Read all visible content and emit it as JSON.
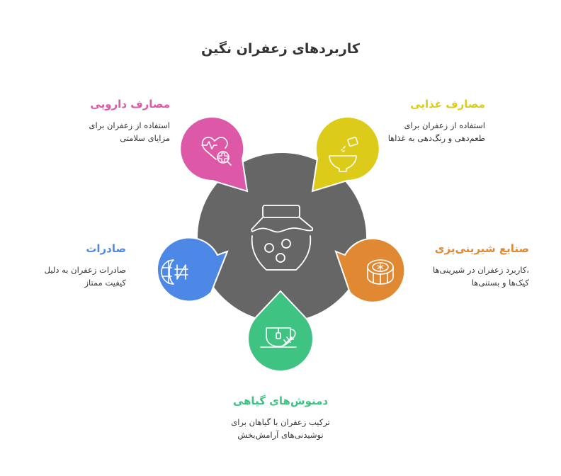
{
  "title": "کاربردهای زعفران نگین",
  "center": {
    "icon": "jar-icon",
    "color": "#666666"
  },
  "items": [
    {
      "id": "medicinal",
      "heading": "مصارف دارویی",
      "description_line1": "استفاده از زعفران برای",
      "description_line2": "مزایای سلامتی",
      "color": "#dd58a6",
      "icon": "heart-health-icon"
    },
    {
      "id": "food",
      "heading": "مصارف غذایی",
      "description_line1": "استفاده از زعفران برای",
      "description_line2": "طعم‌دهی و رنگ‌دهی به غذاها",
      "color": "#ddcb1a",
      "icon": "bowl-seasoning-icon"
    },
    {
      "id": "confectionery",
      "heading": "صنایع شیرینی‌پزی",
      "description_line1": "،کاربرد زعفران در شیرینی‌ها",
      "description_line2": "کیک‌ها و بستنی‌ها",
      "color": "#e08832",
      "icon": "mooncake-icon"
    },
    {
      "id": "exports",
      "heading": "صادرات",
      "description_line1": "صادرات زعفران به دلیل",
      "description_line2": "کیفیت ممتاز",
      "color": "#4e88e6",
      "icon": "globe-currency-icon"
    },
    {
      "id": "herbal-tea",
      "heading": "دمنوش‌های گیاهی",
      "description_line1": "ترکیب زعفران با گیاهان برای",
      "description_line2": "نوشیدنی‌های آرامش‌بخش",
      "color": "#3ec383",
      "icon": "herbal-tea-cup-icon"
    }
  ]
}
